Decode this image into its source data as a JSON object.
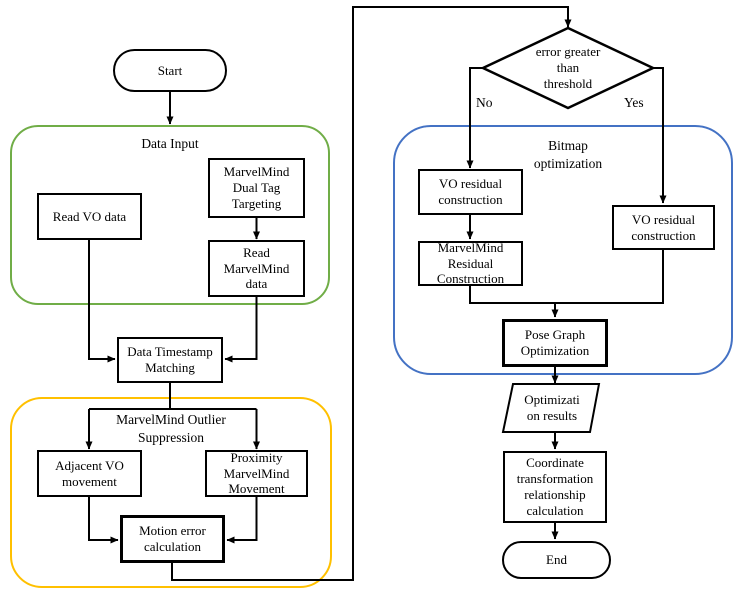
{
  "flowchart": {
    "terminals": {
      "start": "Start",
      "end": "End"
    },
    "decision": {
      "label": "error greater\nthan\nthreshold",
      "no_label": "No",
      "yes_label": "Yes"
    },
    "groups": {
      "data_input": {
        "title": "Data Input",
        "border_color": "#70AD47"
      },
      "outlier_suppression": {
        "title": "MarvelMind Outlier\nSuppression",
        "border_color": "#FFC000"
      },
      "bitmap_optimization": {
        "title": "Bitmap\noptimization",
        "border_color": "#4472C4"
      }
    },
    "nodes": {
      "read_vo": "Read VO data",
      "dual_tag": "MarvelMind\nDual Tag\nTargeting",
      "read_mm": "Read\nMarvelMind\ndata",
      "timestamp_matching": "Data Timestamp\nMatching",
      "adjacent_vo": "Adjacent VO\nmovement",
      "proximity_mm": "Proximity\nMarvelMind\nMovement",
      "motion_error": "Motion error\ncalculation",
      "vo_residual_no": "VO residual\nconstruction",
      "mm_residual": "MarvelMind\nResidual\nConstruction",
      "vo_residual_yes": "VO residual\nconstruction",
      "pose_graph": "Pose Graph\nOptimization",
      "optimization_results": "Optimizati\non results",
      "coordinate_transform": "Coordinate\ntransformation\nrelationship\ncalculation"
    },
    "colors": {
      "connector": "#000000",
      "node_fill": "#FFFFFF"
    }
  }
}
